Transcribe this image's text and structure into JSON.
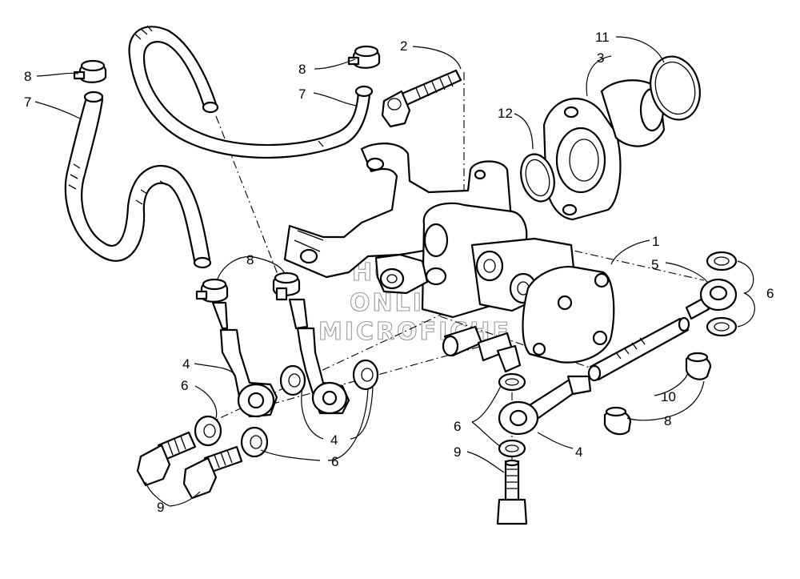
{
  "diagram": {
    "watermark": [
      "HCSMS",
      "ONLINE",
      "MICROFICHE"
    ],
    "callouts": [
      "1",
      "2",
      "3",
      "4",
      "4",
      "4",
      "5",
      "6",
      "6",
      "6",
      "6",
      "7",
      "7",
      "8",
      "8",
      "8",
      "8",
      "9",
      "9",
      "10",
      "11",
      "12"
    ]
  }
}
